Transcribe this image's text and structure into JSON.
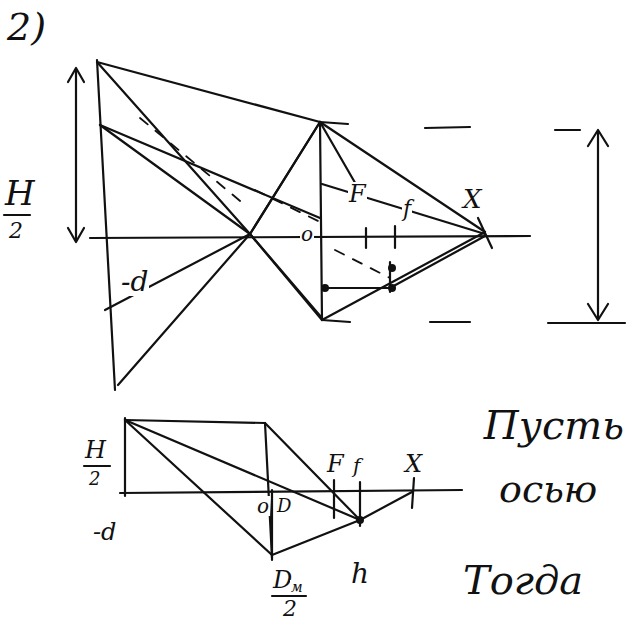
{
  "diagram": {
    "labels": [
      "2)",
      "H",
      "2",
      "-d",
      "o",
      "F",
      "f",
      "X",
      "H",
      "2",
      "-d",
      "o",
      "D",
      "F",
      "f",
      "X",
      "h",
      "D",
      "м",
      "2",
      "Пусть",
      "осью",
      "Тогда"
    ]
  }
}
